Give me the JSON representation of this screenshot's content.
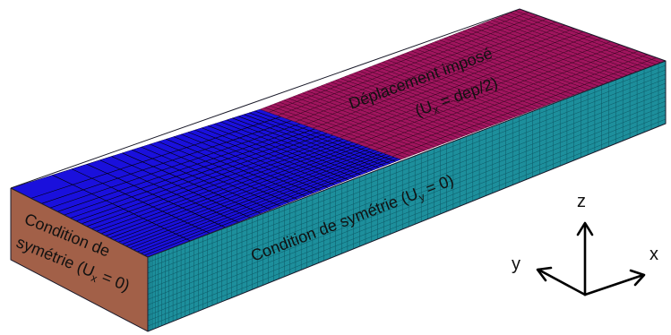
{
  "labels": {
    "top_bc_line1": "Déplacement imposé",
    "top_bc_line2_open": "(U",
    "top_bc_line2_sub": "x",
    "top_bc_line2_close": " = dep/2)",
    "side_bc_main": "Condition de symétrie (U",
    "side_bc_sub": "y",
    "side_bc_close": " = 0)",
    "end_bc_line1": "Condition de",
    "end_bc_line2": "symétrie (U",
    "end_bc_sub": "x",
    "end_bc_close": " = 0)"
  },
  "axes": {
    "z_label": "z",
    "y_label": "y",
    "x_label": "x"
  },
  "colors": {
    "top_blue": "#1a10dc",
    "top_magenta": "#a0155e",
    "side_teal": "#1d8f9c",
    "end_brown": "#a26048",
    "mesh_line": "#000000",
    "side_grid": "#0b4f5c"
  }
}
